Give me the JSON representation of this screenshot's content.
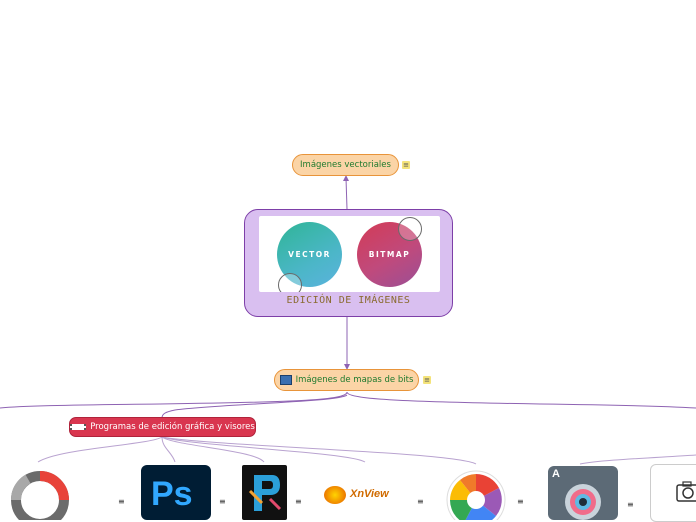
{
  "central": {
    "title": "EDICIÓN DE IMÁGENES",
    "left_circle_label": "VECTOR",
    "right_circle_label": "BITMAP"
  },
  "top_node": {
    "label": "Imágenes vectoriales",
    "note_icon": "note-icon"
  },
  "bitmap_node": {
    "label": "Imágenes de mapas de bits",
    "icon": "image-icon",
    "note_icon": "note-icon"
  },
  "programs_node": {
    "label": "Programas de edición gráfica y visores",
    "icon": "film-icon"
  },
  "thumbnails": [
    {
      "name": "photopea-logo",
      "menu": "≡"
    },
    {
      "name": "photoshop-logo",
      "text": "Ps",
      "menu": "≡"
    },
    {
      "name": "paintshop-logo",
      "menu": "≡"
    },
    {
      "name": "xnview-logo",
      "text": "XnView",
      "menu": "≡"
    },
    {
      "name": "picasa-logo",
      "menu": "≡"
    },
    {
      "name": "pixlr-logo",
      "letter": "A",
      "menu": "≡"
    },
    {
      "name": "camera-logo"
    }
  ],
  "colors": {
    "central_fill": "#d9bff0",
    "central_border": "#7d3fa8",
    "subtopic_fill": "#fbd4a6",
    "subtopic_border": "#e8943a",
    "subtopic_text": "#1f7a2e",
    "programs_fill": "#d9364f",
    "connector": "#8e63b3"
  }
}
